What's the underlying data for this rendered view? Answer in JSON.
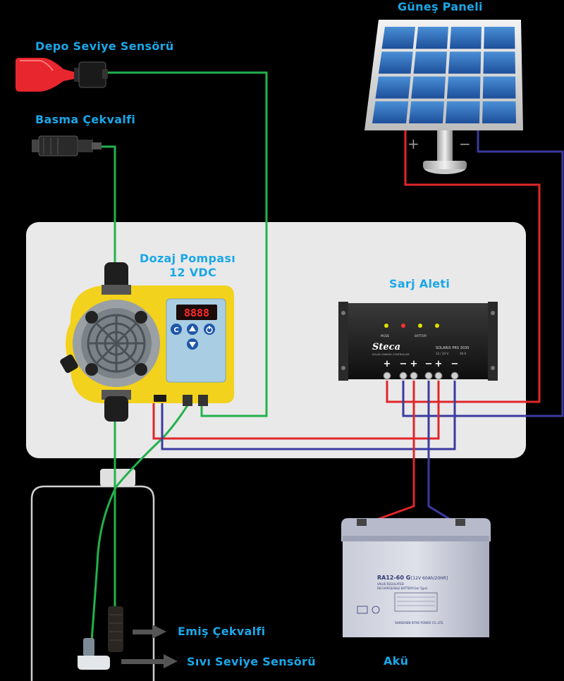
{
  "labels": {
    "depo_seviye": "Depo Seviye Sensörü",
    "basma_cekvalfi": "Basma Çekvalfi",
    "gunes_paneli": "Güneş Paneli",
    "dozaj_pompasi": "Dozaj Pompası",
    "voltage": "12 VDC",
    "sarj_aleti": "Sarj Aleti",
    "aku": "Akü",
    "emis_cekvalfi": "Emiş Çekvalfi",
    "sivi_seviye": "Sıvı Seviye Sensörü"
  },
  "panel": {
    "plus": "+",
    "minus": "−"
  },
  "controller": {
    "brand": "Steca",
    "model": "SOLARIX PRS 3030",
    "sub": "SOLAR CHARGE CONTROLLER",
    "spec_v": "12 / 24 V",
    "spec_a": "30 A",
    "led_batt": "BATTERY",
    "led_mode": "MODE",
    "terminals": [
      "+",
      "−",
      "+",
      "−",
      "+",
      "−"
    ]
  },
  "pump": {
    "display": "8888",
    "btn_c": "C",
    "btn_power": "⏻"
  },
  "battery": {
    "model": "RA12-60 G",
    "rating": "[12V 60Ah/20HR]",
    "line1": "VALVE REGULATED",
    "line2": "RECHARGEABLE BATTERY(Gel Type)",
    "maker": "SHENZHEN RITAR POWER CO.,LTD."
  },
  "colors": {
    "label": "#1aa7e8",
    "wire_green": "#22b24c",
    "wire_red": "#e0262a",
    "wire_blue": "#3a3aa0",
    "pump_yellow": "#f2d21c",
    "mount_board": "#e8e8e8"
  }
}
